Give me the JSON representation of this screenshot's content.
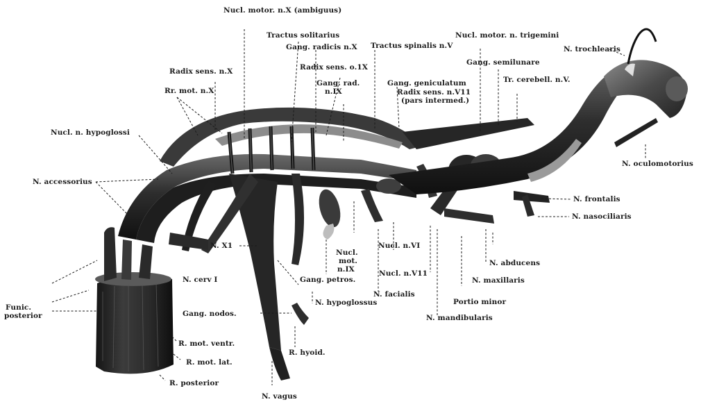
{
  "figure": {
    "labels": {
      "nucl_motor_x": "Nucl. motor. n.X (ambiguus)",
      "tractus_solitarius": "Tractus solitarius",
      "gang_radicis_x": "Gang. radicis n.X",
      "tractus_spinalis_v": "Tractus spinalis n.V",
      "nucl_motor_trigemini": "Nucl. motor. n. trigemini",
      "n_trochlearis": "N. trochlearis",
      "radix_sens_x": "Radix sens. n.X",
      "radix_sens_ix": "Radix sens. o.1X",
      "gang_semilunare": "Gang. semilunare",
      "rr_mot_x": "Rr. mot. n.X",
      "gang_rad_ix_line1": "Gang. rad.",
      "gang_rad_ix_line2": "n.IX",
      "gang_geniculatum": "Gang. geniculatum",
      "radix_sens_vii_line1": "Radix sens. n.V11",
      "radix_sens_vii_line2": "(pars intermed.)",
      "tr_cerebell_v": "Tr. cerebell. n.V.",
      "nucl_n_hypoglossi": "Nucl. n. hypoglossi",
      "n_oculomotorius": "N. oculomotorius",
      "n_accessorius": "N. accessorius",
      "n_frontalis": "N. frontalis",
      "n_nasociliaris": "N. nasociliaris",
      "n_xi": "N. X1",
      "nucl_vi": "Nucl. n.VI",
      "nucl_mot_ix_line1": "Nucl.",
      "nucl_mot_ix_line2": "mot.",
      "nucl_mot_ix_line3": "n.IX",
      "n_abducens": "N. abducens",
      "n_cerv_i": "N. cerv  I",
      "nucl_vii": "Nucl. n.V11",
      "gang_petros": "Gang. petros.",
      "n_maxillaris": "N. maxillaris",
      "funic_posterior_line1": "Funic.",
      "funic_posterior_line2": "posterior",
      "n_facialis": "N. facialis",
      "n_hypoglossus": "N. hypoglossus",
      "portio_minor": "Portio minor",
      "gang_nodos": "Gang. nodos.",
      "n_mandibularis": "N. mandibularis",
      "r_mot_ventr": "R. mot. ventr.",
      "r_mot_lat": "R. mot. lat.",
      "r_hyoid": "R. hyoid.",
      "r_posterior": "R. posterior",
      "n_vagus": "N. vagus"
    }
  }
}
